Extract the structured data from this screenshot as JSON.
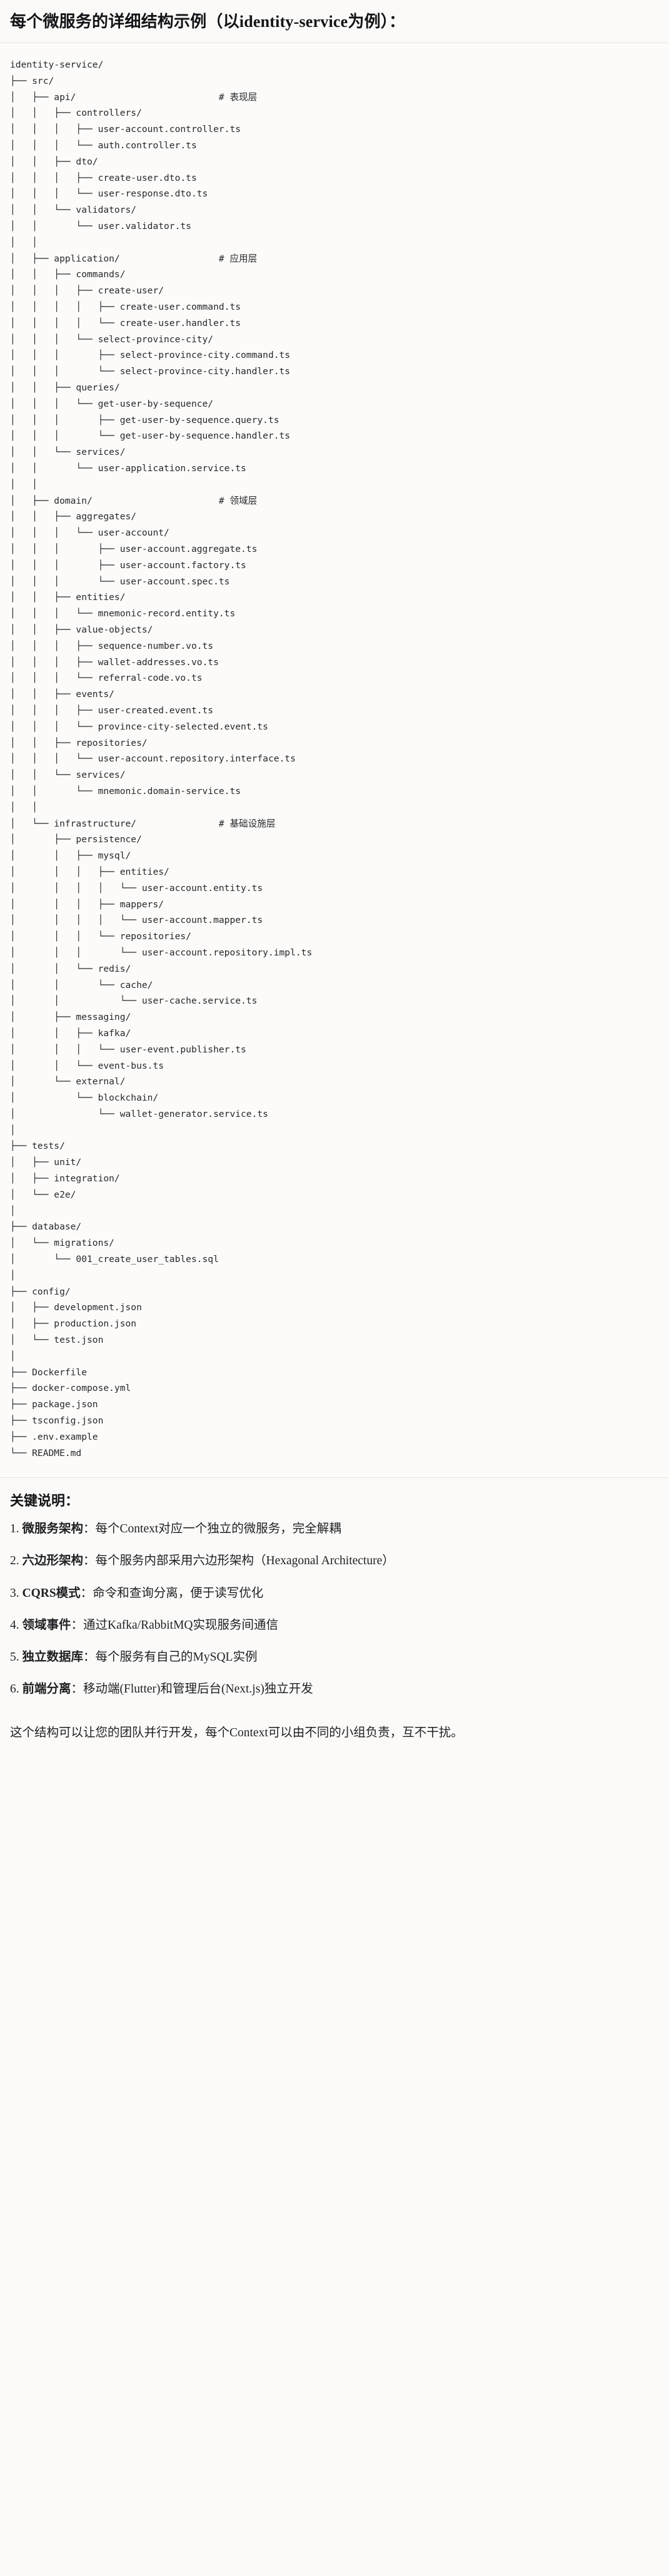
{
  "heading": "每个微服务的详细结构示例（以identity-service为例）：",
  "tree": {
    "root": "identity-service/",
    "text": "identity-service/\n├── src/\n│   ├── api/                          # 表现层\n│   │   ├── controllers/\n│   │   │   ├── user-account.controller.ts\n│   │   │   └── auth.controller.ts\n│   │   ├── dto/\n│   │   │   ├── create-user.dto.ts\n│   │   │   └── user-response.dto.ts\n│   │   └── validators/\n│   │       └── user.validator.ts\n│   │\n│   ├── application/                  # 应用层\n│   │   ├── commands/\n│   │   │   ├── create-user/\n│   │   │   │   ├── create-user.command.ts\n│   │   │   │   └── create-user.handler.ts\n│   │   │   └── select-province-city/\n│   │   │       ├── select-province-city.command.ts\n│   │   │       └── select-province-city.handler.ts\n│   │   ├── queries/\n│   │   │   └── get-user-by-sequence/\n│   │   │       ├── get-user-by-sequence.query.ts\n│   │   │       └── get-user-by-sequence.handler.ts\n│   │   └── services/\n│   │       └── user-application.service.ts\n│   │\n│   ├── domain/                       # 领域层\n│   │   ├── aggregates/\n│   │   │   └── user-account/\n│   │   │       ├── user-account.aggregate.ts\n│   │   │       ├── user-account.factory.ts\n│   │   │       └── user-account.spec.ts\n│   │   ├── entities/\n│   │   │   └── mnemonic-record.entity.ts\n│   │   ├── value-objects/\n│   │   │   ├── sequence-number.vo.ts\n│   │   │   ├── wallet-addresses.vo.ts\n│   │   │   └── referral-code.vo.ts\n│   │   ├── events/\n│   │   │   ├── user-created.event.ts\n│   │   │   └── province-city-selected.event.ts\n│   │   ├── repositories/\n│   │   │   └── user-account.repository.interface.ts\n│   │   └── services/\n│   │       └── mnemonic.domain-service.ts\n│   │\n│   └── infrastructure/               # 基础设施层\n│       ├── persistence/\n│       │   ├── mysql/\n│       │   │   ├── entities/\n│       │   │   │   └── user-account.entity.ts\n│       │   │   ├── mappers/\n│       │   │   │   └── user-account.mapper.ts\n│       │   │   └── repositories/\n│       │   │       └── user-account.repository.impl.ts\n│       │   └── redis/\n│       │       └── cache/\n│       │           └── user-cache.service.ts\n│       ├── messaging/\n│       │   ├── kafka/\n│       │   │   └── user-event.publisher.ts\n│       │   └── event-bus.ts\n│       └── external/\n│           └── blockchain/\n│               └── wallet-generator.service.ts\n│\n├── tests/\n│   ├── unit/\n│   ├── integration/\n│   └── e2e/\n│\n├── database/\n│   └── migrations/\n│       └── 001_create_user_tables.sql\n│\n├── config/\n│   ├── development.json\n│   ├── production.json\n│   └── test.json\n│\n├── Dockerfile\n├── docker-compose.yml\n├── package.json\n├── tsconfig.json\n├── .env.example\n└── README.md",
    "layer_comments": [
      {
        "path": "api/",
        "comment": "# 表现层"
      },
      {
        "path": "application/",
        "comment": "# 应用层"
      },
      {
        "path": "domain/",
        "comment": "# 领域层"
      },
      {
        "path": "infrastructure/",
        "comment": "# 基础设施层"
      }
    ]
  },
  "notes": {
    "title": "关键说明：",
    "items": [
      {
        "num": "1.",
        "lead": "微服务架构",
        "sep": "：",
        "body": "每个Context对应一个独立的微服务，完全解耦"
      },
      {
        "num": "2.",
        "lead": "六边形架构",
        "sep": "：",
        "body": "每个服务内部采用六边形架构（Hexagonal Architecture）"
      },
      {
        "num": "3.",
        "lead": "CQRS模式",
        "sep": "：",
        "body": "命令和查询分离，便于读写优化"
      },
      {
        "num": "4.",
        "lead": "领域事件",
        "sep": "：",
        "body": "通过Kafka/RabbitMQ实现服务间通信"
      },
      {
        "num": "5.",
        "lead": "独立数据库",
        "sep": "：",
        "body": "每个服务有自己的MySQL实例"
      },
      {
        "num": "6.",
        "lead": "前端分离",
        "sep": "：",
        "body": "移动端(Flutter)和管理后台(Next.js)独立开发"
      }
    ],
    "closing": "这个结构可以让您的团队并行开发，每个Context可以由不同的小组负责，互不干扰。"
  },
  "colors": {
    "page_bg": "#fbfaf8",
    "code_bg": "#fcfbf9",
    "text": "#1f2023",
    "code_text": "#26282c",
    "rule": "#e6e3dd"
  }
}
